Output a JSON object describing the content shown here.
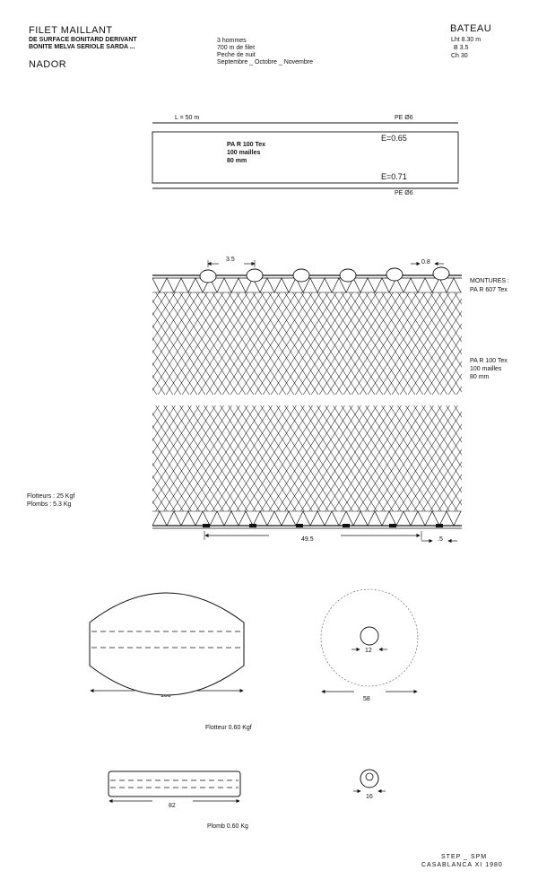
{
  "header": {
    "title": "FILET MAILLANT",
    "line1": "DE SURFACE BONITARD DERIVANT",
    "line2": "BONITE MELVA SERIOLE SARDA ...",
    "location": "NADOR",
    "crew": "3 hommes",
    "length": "700 m de filet",
    "fishing": "Peche de nuit",
    "season": "Septembre _ Octobre _ Novembre",
    "boat_title": "BATEAU",
    "boat_lht": "Lht 8.30 m",
    "boat_b": "B 3.5",
    "boat_ch": "Ch 30"
  },
  "plan": {
    "length": "L = 50 m",
    "top_rope": "PE Ø6",
    "bottom_rope": "PE Ø6",
    "e_top": "E=0.65",
    "e_bottom": "E=0.71",
    "net_material": "PA R 100 Tex",
    "net_meshes": "100 mailles",
    "net_mesh_size": "80 mm"
  },
  "net": {
    "float_spacing": "3.5",
    "float_end": "0.8",
    "montures": "MONTURES :",
    "montures_mat": "PA R 607 Tex",
    "net_material": "PA R 100 Tex",
    "net_meshes": "100 mailles",
    "net_mesh_size": "80 mm",
    "floats_total": "Flotteurs : 25 Kgf",
    "sinkers_total": "Plombs : 5.3 Kg",
    "bottom_span": "49.5",
    "bottom_end": ".5"
  },
  "float_detail": {
    "length": "100",
    "diameter": "58",
    "hole": "12",
    "caption": "Flotteur 0.60 Kgf"
  },
  "sinker_detail": {
    "length": "82",
    "diameter": "16",
    "caption": "Plomb 0.60 Kg"
  },
  "footer": {
    "org": "STEP _ SPM",
    "city_date": "CASABLANCA XI 1980"
  }
}
